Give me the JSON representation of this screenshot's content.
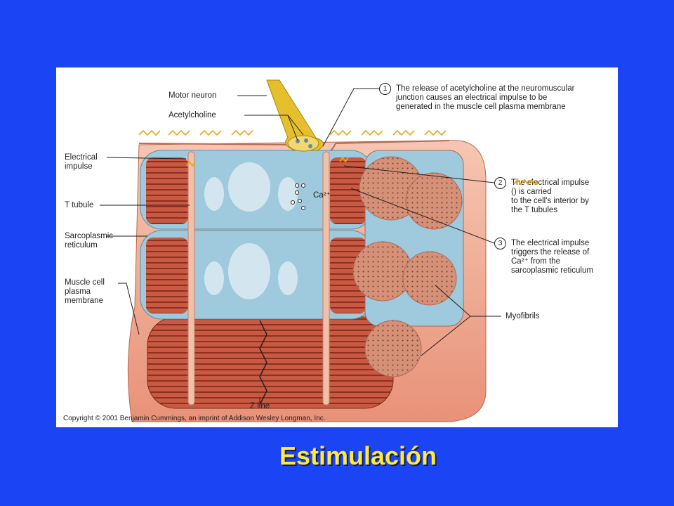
{
  "slide": {
    "title": "Estimulación"
  },
  "labels": {
    "motor_neuron": "Motor neuron",
    "acetylcholine": "Acetylcholine",
    "electrical_impulse": "Electrical\nimpulse",
    "t_tubule": "T tubule",
    "sarcoplasmic_reticulum": "Sarcoplasmic\nreticulum",
    "muscle_cell_membrane": "Muscle cell\nplasma\nmembrane",
    "ca": "Ca²⁺",
    "myofibrils": "Myofibrils",
    "z_line": "Z line"
  },
  "steps": [
    {
      "num": "1",
      "text": "The release of acetylcholine at the neuromuscular\njunction causes an electrical impulse to be\ngenerated in the muscle cell plasma membrane"
    },
    {
      "num": "2",
      "text_before": "The electrical impulse\n(",
      "text_after": ") is carried\nto the cell's interior by\nthe T tubules"
    },
    {
      "num": "3",
      "text": "The electrical impulse\ntriggers the release of\nCa²⁺ from the\nsarcoplasmic reticulum"
    }
  ],
  "copyright": "Copyright © 2001 Benjamin Cummings, an imprint of Addison Wesley Longman, Inc.",
  "colors": {
    "background": "#1a44f4",
    "title": "#ffea3a",
    "muscle": "#c9553f",
    "membrane": "#f2b39c",
    "reticulum": "#9fc9dc",
    "neuron": "#e6c02c",
    "impulse": "#e7a81b"
  }
}
